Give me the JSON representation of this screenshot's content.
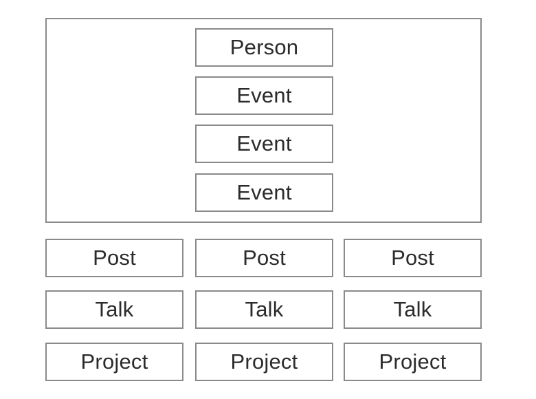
{
  "top_section": {
    "items": [
      "Person",
      "Event",
      "Event",
      "Event"
    ]
  },
  "grid": {
    "rows": [
      [
        "Post",
        "Post",
        "Post"
      ],
      [
        "Talk",
        "Talk",
        "Talk"
      ],
      [
        "Project",
        "Project",
        "Project"
      ]
    ]
  },
  "colors": {
    "border": "#8a8a8a",
    "text": "#2b2b2b",
    "background": "#ffffff"
  }
}
